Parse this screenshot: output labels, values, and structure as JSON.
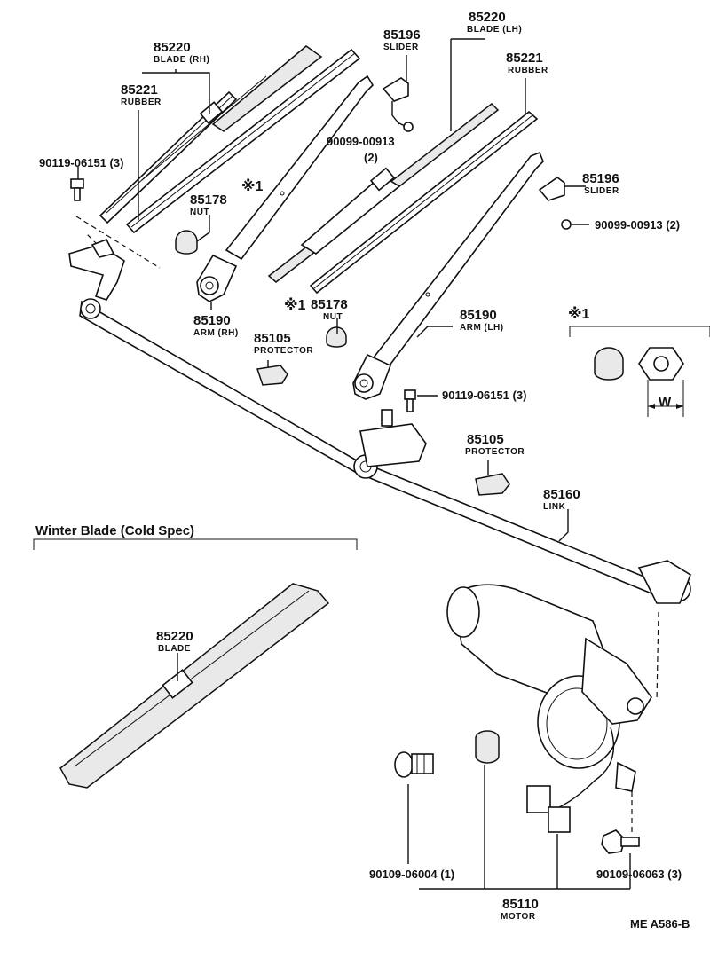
{
  "labels": {
    "blade_rh_no": "85220",
    "blade_rh_name": "BLADE (RH)",
    "rubber_rh_no": "85221",
    "rubber_rh_name": "RUBBER",
    "slider_top_no": "85196",
    "slider_top_name": "SLIDER",
    "blade_lh_no": "85220",
    "blade_lh_name": "BLADE (LH)",
    "rubber_lh_no": "85221",
    "rubber_lh_name": "RUBBER",
    "screw_top": "90099-00913",
    "screw_top_qty": "(2)",
    "bolt_left": "90119-06151 (3)",
    "mark_1_rh": "※1",
    "nut_rh_no": "85178",
    "nut_rh_name": "NUT",
    "slider_right_no": "85196",
    "slider_right_name": "SLIDER",
    "screw_right": "90099-00913 (2)",
    "arm_rh_no": "85190",
    "arm_rh_name": "ARM (RH)",
    "mark_1_lh": "※1",
    "nut_lh_no": "85178",
    "nut_lh_name": "NUT",
    "arm_lh_no": "85190",
    "arm_lh_name": "ARM (LH)",
    "protector_left_no": "85105",
    "protector_left_name": "PROTECTOR",
    "mark_1_detail": "※1",
    "bolt_center": "90119-06151 (3)",
    "dim_w": "W",
    "protector_right_no": "85105",
    "protector_right_name": "PROTECTOR",
    "link_no": "85160",
    "link_name": "LINK",
    "winter_title": "Winter Blade (Cold Spec)",
    "winter_blade_no": "85220",
    "winter_blade_name": "BLADE",
    "bolt_bottom_left": "90109-06004 (1)",
    "motor_no": "85110",
    "motor_name": "MOTOR",
    "bolt_bottom_right": "90109-06063 (3)",
    "figure_ref": "ME A586-B"
  }
}
